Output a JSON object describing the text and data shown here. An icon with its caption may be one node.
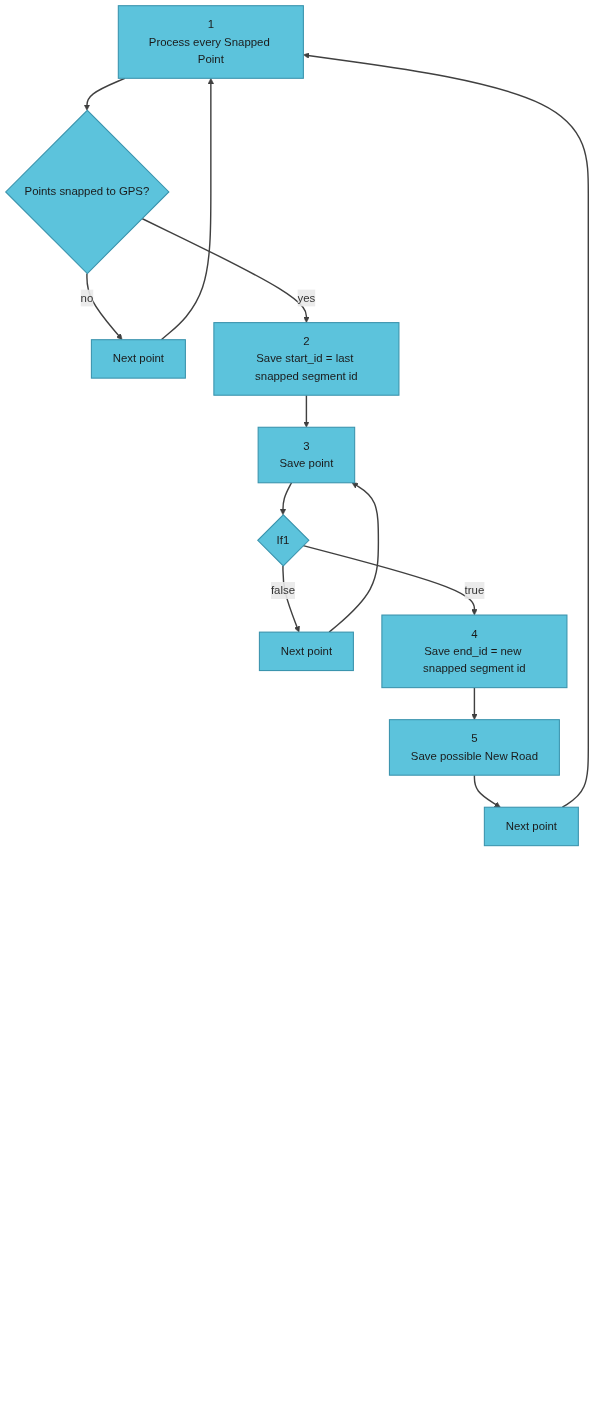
{
  "diagram": {
    "nodes": [
      {
        "text": [
          "1",
          "Process every Snapped Point"
        ]
      },
      {
        "text": [
          "Points snapped to GPS?"
        ]
      },
      {
        "text": [
          "Next point"
        ]
      },
      {
        "text": [
          "2",
          "Save start_id = last snapped segment id"
        ]
      },
      {
        "text": [
          "3",
          "Save point"
        ]
      },
      {
        "text": [
          "If1"
        ]
      },
      {
        "text": [
          "Next point"
        ]
      },
      {
        "text": [
          "4",
          "Save end_id = new snapped segment id"
        ]
      },
      {
        "text": [
          "5",
          "Save possible New Road"
        ]
      },
      {
        "text": [
          "Next point"
        ]
      }
    ],
    "edges": [
      {
        "from": 0,
        "to": 1,
        "arrow": "to"
      },
      {
        "from": 1,
        "to": 2,
        "label": "no",
        "arrow": "to"
      },
      {
        "from": 2,
        "to": 0,
        "arrow": "to"
      },
      {
        "from": 1,
        "to": 3,
        "label": "yes",
        "arrow": "to"
      },
      {
        "from": 3,
        "to": 4,
        "arrow": "to"
      },
      {
        "from": 4,
        "to": 5,
        "arrow": "to"
      },
      {
        "from": 5,
        "to": 6,
        "label": "false",
        "arrow": "to"
      },
      {
        "from": 6,
        "to": 4,
        "arrow": "to"
      },
      {
        "from": 5,
        "to": 7,
        "label": "true",
        "arrow": "to"
      },
      {
        "from": 7,
        "to": 8,
        "arrow": "to"
      },
      {
        "from": 8,
        "to": 9,
        "arrow": "to"
      },
      {
        "from": 9,
        "to": 0,
        "arrow": "to"
      }
    ]
  }
}
